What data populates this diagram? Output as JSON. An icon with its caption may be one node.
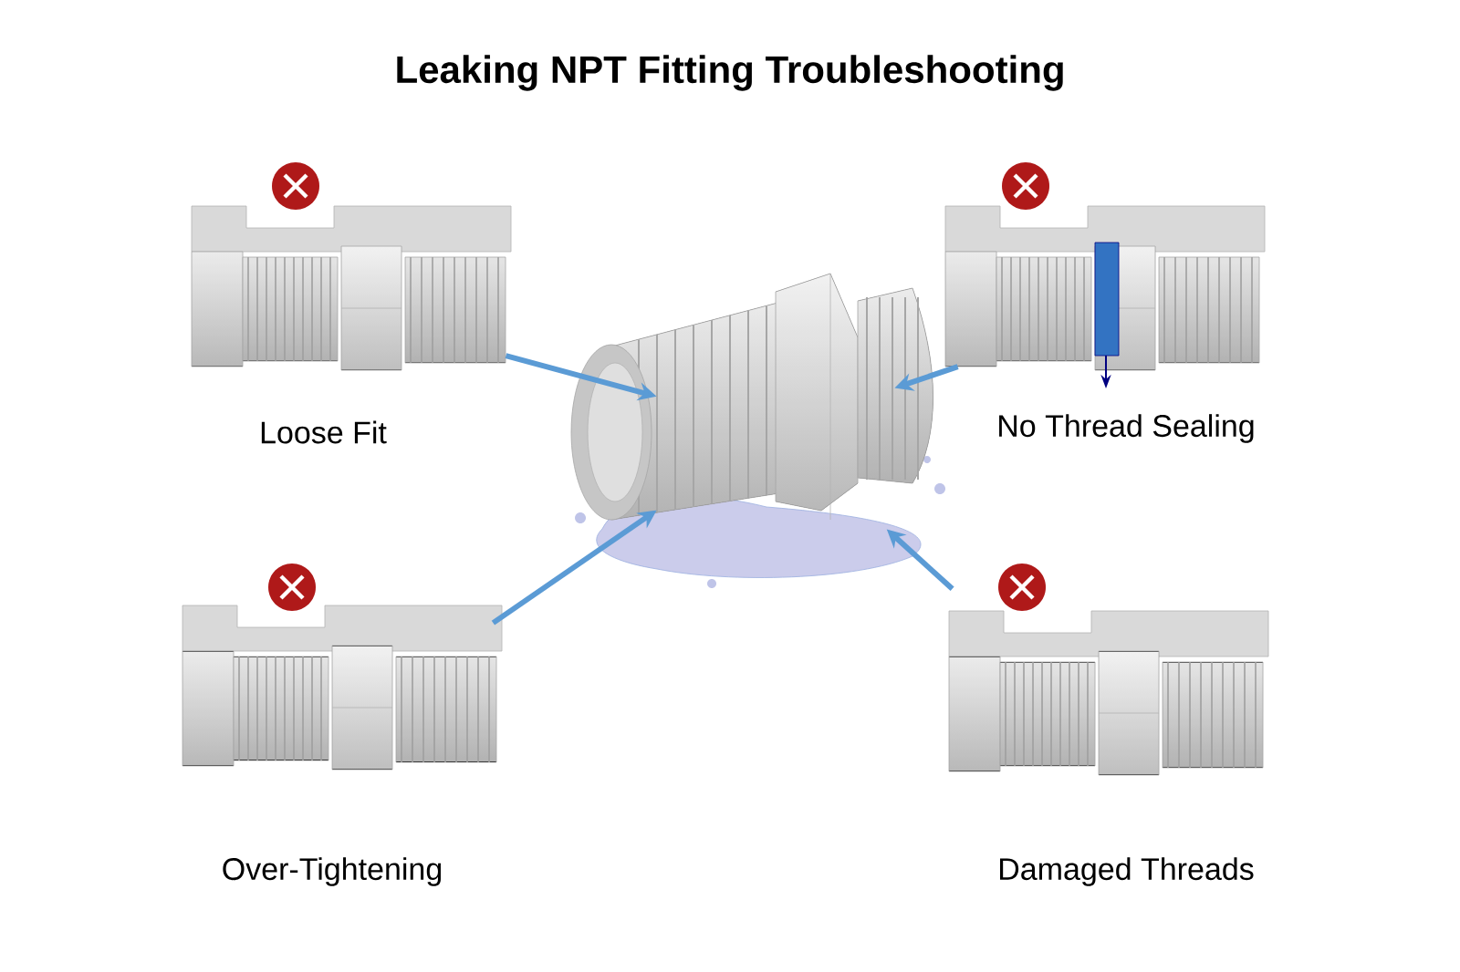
{
  "diagram": {
    "title": "Leaking NPT Fitting Troubleshooting",
    "nodes": [
      {
        "text": [],
        "shape": "picture"
      },
      {
        "text": [
          "Loose Fit"
        ]
      },
      {
        "text": [
          "No Thread Sealing"
        ]
      },
      {
        "text": [
          "Over-Tightening"
        ]
      },
      {
        "text": [
          "Damaged Threads"
        ]
      }
    ],
    "edges": [
      {
        "from": 1,
        "to": 0,
        "arrow": "to"
      },
      {
        "from": 2,
        "to": 0,
        "arrow": "to"
      },
      {
        "from": 3,
        "to": 0,
        "arrow": "to"
      },
      {
        "from": 4,
        "to": 0,
        "arrow": "to"
      }
    ]
  }
}
